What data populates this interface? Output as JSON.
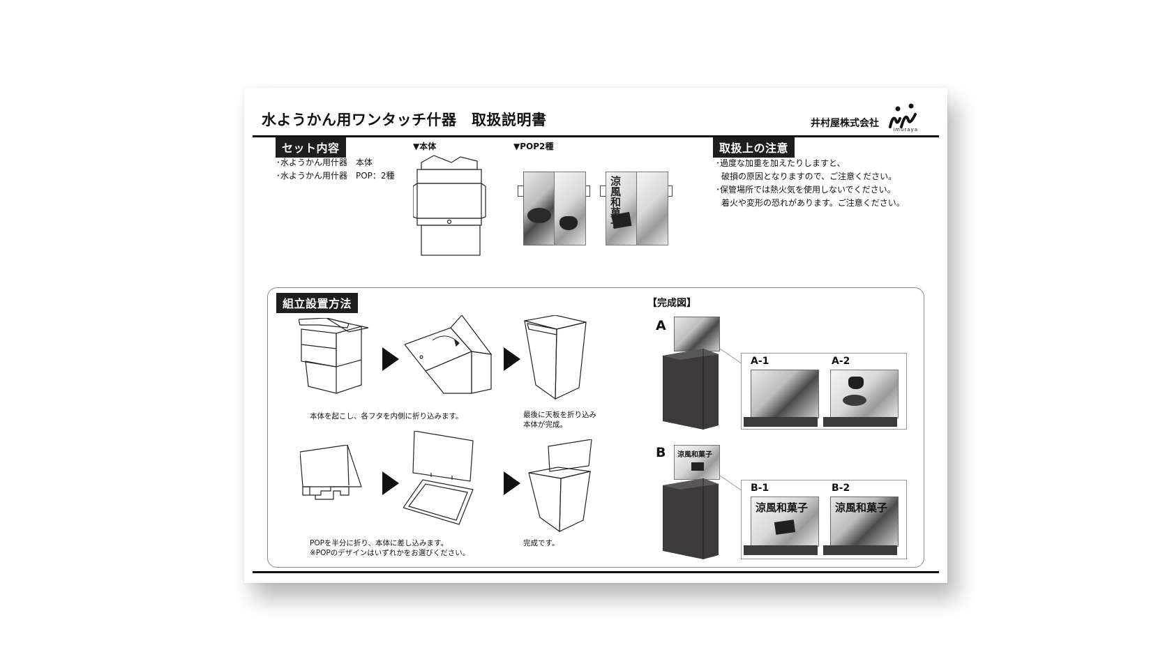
{
  "header": {
    "title": "水ようかん用ワンタッチ什器　取扱説明書",
    "company": "井村屋株式会社",
    "logo_text": "imuraya"
  },
  "set_contents": {
    "heading": "セット内容",
    "items": [
      "･水ようかん用什器　本体",
      "･水ようかん用什器　POP：2種"
    ],
    "body_label": "▼本体",
    "pop_label": "▼POP2種",
    "pop_text": "涼風和菓子"
  },
  "cautions": {
    "heading": "取扱上の注意",
    "lines": [
      "･過度な加重を加えたりしますと、",
      "破損の原因となりますので、ご注意ください。",
      "･保管場所では熱火気を使用しないでください。",
      "着火や変形の恐れがあります。ご注意ください。"
    ]
  },
  "assembly": {
    "heading": "組立設置方法",
    "step1_caption": "本体を起こし、各フタを内側に折り込みます。",
    "step2_caption": [
      "最後に天板を折り込み",
      "本体が完成。"
    ],
    "step3_caption": [
      "POPを半分に折り、本体に差し込みます。",
      "※POPのデザインはいずれかをお選びください。"
    ],
    "step4_caption": "完成です。"
  },
  "completed": {
    "heading": "【完成図】",
    "a_label": "A",
    "b_label": "B",
    "variants": {
      "a1": "A-1",
      "a2": "A-2",
      "b1": "B-1",
      "b2": "B-2"
    },
    "pop_text": "涼風和菓子"
  }
}
